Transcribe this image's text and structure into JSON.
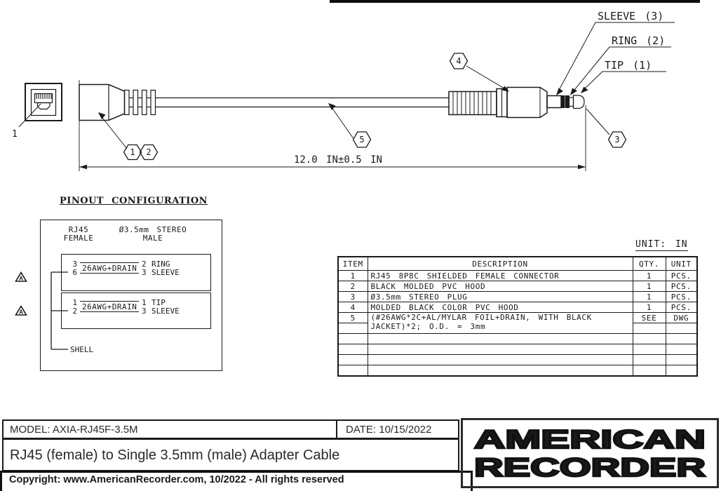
{
  "drawing": {
    "connector_label": "1",
    "length_dim": "12.0 IN±0.5 IN",
    "labels": {
      "sleeve": "SLEEVE (3)",
      "ring": "RING (2)",
      "tip": "TIP (1)"
    },
    "callouts": {
      "c1": "1",
      "c2": "2",
      "c3": "3",
      "c4": "4",
      "c5": "5"
    }
  },
  "pinout": {
    "title": "PINOUT CONFIGURATION",
    "left_header_line1": "RJ45",
    "left_header_line2": "FEMALE",
    "right_header_line1": "Ø3.5mm STEREO",
    "right_header_line2": "MALE",
    "pair1": {
      "left_pin_top": "3",
      "left_pin_bottom": "6",
      "wire": "26AWG+DRAIN",
      "right_pin_top": "2",
      "right_label_top": "RING",
      "right_pin_bottom": "3",
      "right_label_bottom": "SLEEVE"
    },
    "pair2": {
      "left_pin_top": "1",
      "left_pin_bottom": "2",
      "wire": "26AWG+DRAIN",
      "right_pin_top": "1",
      "right_label_top": "TIP",
      "right_pin_bottom": "3",
      "right_label_bottom": "SLEEVE"
    },
    "shell_label": "SHELL",
    "rev_marker": "A"
  },
  "bom": {
    "unit_note": "UNIT: IN",
    "headers": [
      "ITEM",
      "DESCRIPTION",
      "QTY.",
      "UNIT"
    ],
    "rows": [
      {
        "item": "1",
        "desc": "RJ45 8P8C SHIELDED FEMALE CONNECTOR",
        "qty": "1",
        "unit": "PCS."
      },
      {
        "item": "2",
        "desc": "BLACK MOLDED PVC HOOD",
        "qty": "1",
        "unit": "PCS."
      },
      {
        "item": "3",
        "desc": "Ø3.5mm STEREO PLUG",
        "qty": "1",
        "unit": "PCS."
      },
      {
        "item": "4",
        "desc": "MOLDED BLACK COLOR PVC HOOD",
        "qty": "1",
        "unit": "PCS."
      },
      {
        "item": "5",
        "desc_line1": "(#26AWG*2C+AL/MYLAR FOIL+DRAIN, WITH BLACK",
        "desc_line2": "JACKET)*2; O.D. = 3mm",
        "qty": "SEE",
        "unit": "DWG"
      }
    ]
  },
  "title_block": {
    "model": "MODEL: AXIA-RJ45F-3.5M",
    "date": "DATE: 10/15/2022",
    "title": "RJ45 (female) to Single 3.5mm (male) Adapter Cable",
    "copyright": "Copyright: www.AmericanRecorder.com, 10/2022 - All rights reserved",
    "logo_line1": "AMERICAN",
    "logo_line2": "RECORDER"
  }
}
